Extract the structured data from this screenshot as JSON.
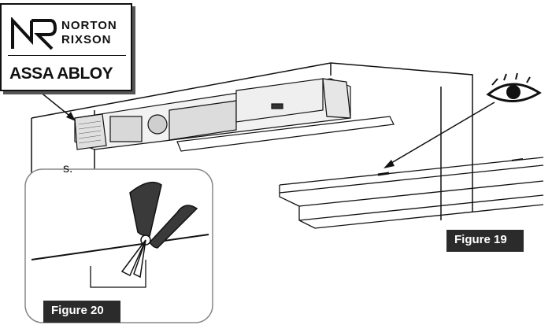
{
  "logo": {
    "line1": "NORTON",
    "line2": "RIXSON",
    "brand": "ASSA ABLOY"
  },
  "stray_text": "s.",
  "figures": {
    "fig19": "Figure 19",
    "fig20": "Figure 20"
  },
  "colors": {
    "badge_bg": "#2b2b2b",
    "line": "#111111"
  },
  "icons": [
    "eye-icon",
    "pliers-icon"
  ]
}
